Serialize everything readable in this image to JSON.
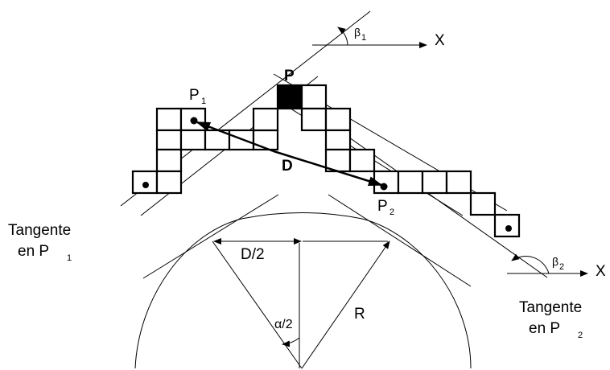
{
  "labels": {
    "x_top": "X",
    "x_bottom": "X",
    "beta1": "β",
    "beta1_sub": "1",
    "beta2": "β",
    "beta2_sub": "2",
    "P": "P",
    "P1": "P",
    "P1_sub": "1",
    "P2": "P",
    "P2_sub": "2",
    "D": "D",
    "D_half": "D/2",
    "R": "R",
    "alpha_half": "α/2",
    "tangent_p1_line1": "Tangente",
    "tangent_p1_line2": "en P",
    "tangent_p1_sub": "1",
    "tangent_p2_line1": "Tangente",
    "tangent_p2_line2": "en P",
    "tangent_p2_sub": "2"
  },
  "colors": {
    "ink": "#000000",
    "background": "#ffffff"
  }
}
